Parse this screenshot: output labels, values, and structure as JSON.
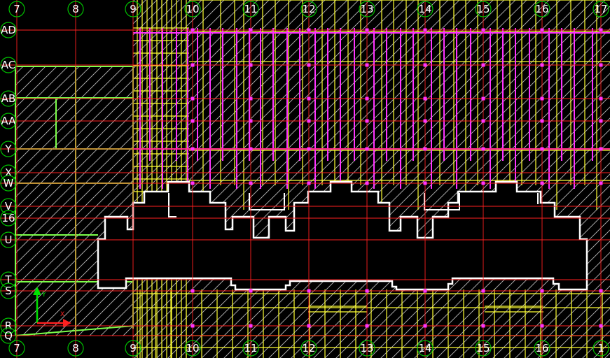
{
  "app": {
    "title": ""
  },
  "grid": {
    "top_columns": [
      "7",
      "8",
      "9",
      "10",
      "11",
      "12",
      "13",
      "14",
      "15",
      "16",
      "17"
    ],
    "bottom_columns": [
      "7",
      "8",
      "9",
      "10",
      "11",
      "12",
      "13",
      "14",
      "15",
      "16",
      "1"
    ],
    "rows": [
      "AD",
      "AC",
      "AB",
      "AA",
      "Y",
      "X",
      "W",
      "V",
      "16",
      "U",
      "T",
      "S",
      "R",
      "Q"
    ]
  },
  "colors": {
    "background": "#000000",
    "axis": "#ff2020",
    "bubble": "#00c000",
    "wall": "#ffffff",
    "hatch": "#b8b8b8",
    "structure_yellow": "#ffff33",
    "structure_magenta": "#ff33ff",
    "structure_green": "#7cff4a",
    "ucs_x": "#ff2020",
    "ucs_y": "#00e000"
  },
  "ucs": {
    "icon": "ucs-axes-icon",
    "x_label": "X",
    "y_label": "Y"
  }
}
